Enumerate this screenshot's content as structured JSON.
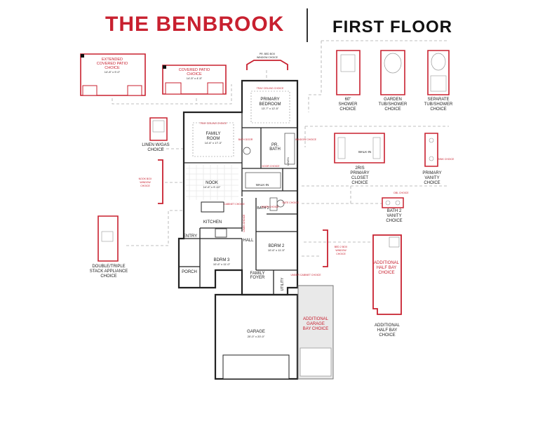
{
  "header": {
    "plan_name": "THE BENBROOK",
    "floor": "FIRST FLOOR"
  },
  "colors": {
    "accent": "#c8202f",
    "wall": "#222222",
    "dashed_leader": "#aaaaaa",
    "garage_option_fill": "#e9e9e9"
  },
  "rooms": {
    "family_room": {
      "name": "FAMILY",
      "name2": "ROOM",
      "dims": "14'-6\" x 17'-3\""
    },
    "primary_bedroom": {
      "name": "PRIMARY",
      "name2": "BEDROOM",
      "dims": "13'-7\" x 12'-5\""
    },
    "primary_bath": {
      "name": "PR.",
      "name2": "BATH"
    },
    "nook": {
      "name": "NOOK",
      "dims": "14'-6\" x 9'-10\""
    },
    "kitchen": {
      "name": "KITCHEN"
    },
    "entry": {
      "name": "ENTRY"
    },
    "hall": {
      "name": "HALL"
    },
    "bdrm2": {
      "name": "BDRM 2",
      "dims": "10'-6\" x 11'-5\""
    },
    "bdrm3": {
      "name": "BDRM 3",
      "dims": "10'-6\" x 11'-0\""
    },
    "porch": {
      "name": "PORCH"
    },
    "family_foyer": {
      "name": "FAMILY",
      "name2": "FOYER"
    },
    "utility": {
      "name": "UTILITY"
    },
    "garage": {
      "name": "GARAGE",
      "dims": "20'-0\" x 20'-0\""
    },
    "walk_in": "WALK-IN",
    "linen": "LINEN",
    "bath2": "BATH 2"
  },
  "inline_labels": {
    "tray_ceiling_family": "TRAY CEILING CHOICE",
    "tray_ceiling_primary": "TRAY CEILING CHOICE",
    "bath_door": "BATH DOOR",
    "window_choice": "WINDOW CHOICE",
    "door_choice": "DOOR CHOICE",
    "cabinet_choice": "CABINET CHOICE",
    "linen_choice": "LINEN CHOICE",
    "door_choice2": "DOOR CHOICE",
    "gate_choice": "GATE CHOICE",
    "under_cabinet_choice": "UNDER CABINET CHOICE",
    "additional_garage_bay": [
      "ADDITIONAL",
      "GARAGE",
      "BAY CHOICE"
    ],
    "additional_half_bay_red": [
      "ADDITIONAL",
      "HALF BAY",
      "CHOICE"
    ]
  },
  "options": {
    "extended_patio": [
      "EXTENDED",
      "COVERED PATIO",
      "CHOICE",
      "14'-8\" x 9'-0\""
    ],
    "covered_patio": [
      "COVERED PATIO",
      "CHOICE",
      "14'-5\" x 4'-5\""
    ],
    "pr_bed_box_window": [
      "PR. BED BOX",
      "WINDOW CHOICE"
    ],
    "shower_60": [
      "60\"",
      "SHOWER",
      "CHOICE"
    ],
    "garden_tub": [
      "GARDEN",
      "TUB/SHOWER",
      "CHOICE"
    ],
    "separate_tub": [
      "SEPARATE",
      "TUB/SHOWER",
      "CHOICE"
    ],
    "linen_gas": [
      "LINEN W/GAS",
      "CHOICE"
    ],
    "nook_box_window": [
      "NOOK BOX",
      "WINDOW",
      "CHOICE"
    ],
    "primary_closet": [
      "2RIS",
      "PRIMARY",
      "CLOSET",
      "CHOICE"
    ],
    "primary_vanity": [
      "PRIMARY",
      "VANITY",
      "CHOICE"
    ],
    "sink_choice": "SINK CHOICE",
    "dbl_choice": "DBL CHOICE",
    "bath2_vanity": [
      "BATH 2",
      "VANITY",
      "CHOICE"
    ],
    "appliance": [
      "DOUBLE/TRIPLE",
      "STACK APPLIANCE",
      "CHOICE"
    ],
    "bed2_box_window": [
      "BED 2 BOX",
      "WINDOW",
      "CHOICE"
    ],
    "half_bay": [
      "ADDITIONAL",
      "HALF BAY",
      "CHOICE"
    ]
  }
}
